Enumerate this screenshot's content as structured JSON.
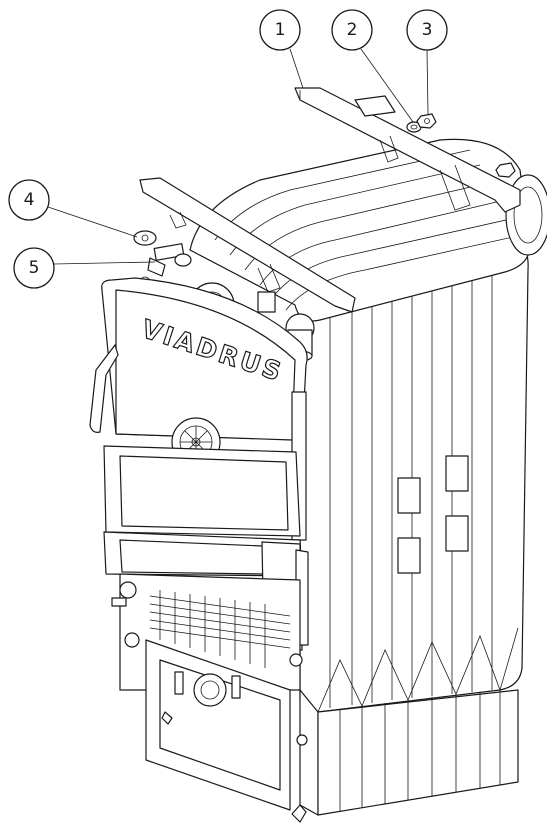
{
  "callouts": [
    {
      "id": "1",
      "label": "1"
    },
    {
      "id": "2",
      "label": "2"
    },
    {
      "id": "3",
      "label": "3"
    },
    {
      "id": "4",
      "label": "4"
    },
    {
      "id": "5",
      "label": "5"
    }
  ],
  "boiler": {
    "brand_label": "VIADRUS"
  }
}
